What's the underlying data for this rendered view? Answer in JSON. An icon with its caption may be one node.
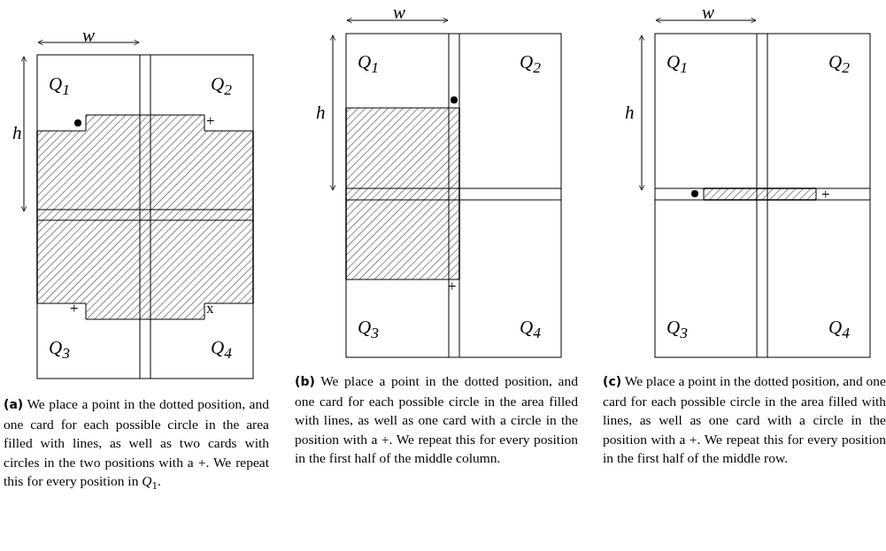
{
  "diagram": {
    "labels": [
      "w",
      "h",
      "Q$_{1}$",
      "Q$_{2}$",
      "+",
      "+",
      "x",
      "Q$_{3}$",
      "Q$_{4}$",
      "**(a)** We place a point in the dotted position, and one card for each possible circle in the area filled with lines, as well as two cards with circles in the two positions with a +. We repeat this for every position in *Q*$_{1}$.",
      "w",
      "h",
      "Q$_{1}$",
      "Q$_{2}$",
      "+",
      "Q$_{3}$",
      "Q$_{4}$",
      "**(b)** We place a point in the dotted position, and one card for each possible circle in the area filled with lines, as well as one card with a circle in the position with a +.  We repeat this for every position in the first half of the middle column.",
      "w",
      "h",
      "Q$_{1}$",
      "Q$_{2}$",
      "+",
      "Q$_{3}$",
      "Q$_{4}$",
      "**(c)** We place a point in the dotted position, and one card for each possible circle in the area filled with lines, as well as one card with a circle in the position with a +.  We repeat this for every position in the first half of the middle row."
    ]
  }
}
